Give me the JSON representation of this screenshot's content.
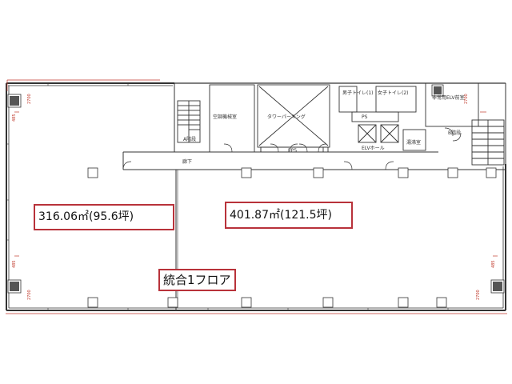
{
  "areas": {
    "left": "316.06㎡(95.6坪)",
    "right": "401.87㎡(121.5坪)"
  },
  "floor_note": "統合1フロア",
  "rooms": {
    "a_stair": "A階段",
    "air_machine": "空調機械室",
    "tower_parking": "タワーパーキング",
    "ep5": "EP5",
    "toilet_1": "男子トイレ(1)",
    "toilet_2": "女子トイレ(2)",
    "ps": "PS",
    "elv_hall": "ELVホール",
    "water_heater": "湯沸室",
    "common_elv": "非常用ELV前室",
    "b_stair": "B階段",
    "corridor": "廊下"
  },
  "colors": {
    "wall": "#333333",
    "accent": "#b8323a"
  }
}
